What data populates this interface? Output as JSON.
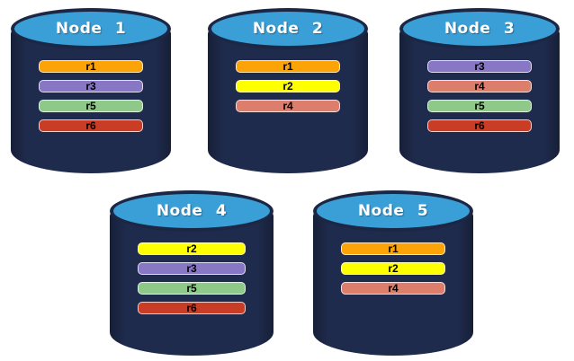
{
  "canvas": {
    "background": "#FFFFFF"
  },
  "colors": {
    "cylinder_body": "#1F2B4D",
    "cylinder_top": "#3A9FD6",
    "cylinder_edge": "#1B2744",
    "title_text": "#FFFFFF",
    "bar_text": "#000000"
  },
  "replica_colors": {
    "r1": "#FCA307",
    "r2": "#FFFF00",
    "r3": "#8877C4",
    "r4": "#DC7E6B",
    "r5": "#8FC98A",
    "r6": "#C93C25"
  },
  "nodes": [
    {
      "label": "Node 1",
      "replicas": [
        "r1",
        "r3",
        "r5",
        "r6"
      ]
    },
    {
      "label": "Node 2",
      "replicas": [
        "r1",
        "r2",
        "r4"
      ]
    },
    {
      "label": "Node 3",
      "replicas": [
        "r3",
        "r4",
        "r5",
        "r6"
      ]
    },
    {
      "label": "Node 4",
      "replicas": [
        "r2",
        "r3",
        "r5",
        "r6"
      ]
    },
    {
      "label": "Node 5",
      "replicas": [
        "r1",
        "r2",
        "r4"
      ]
    }
  ]
}
